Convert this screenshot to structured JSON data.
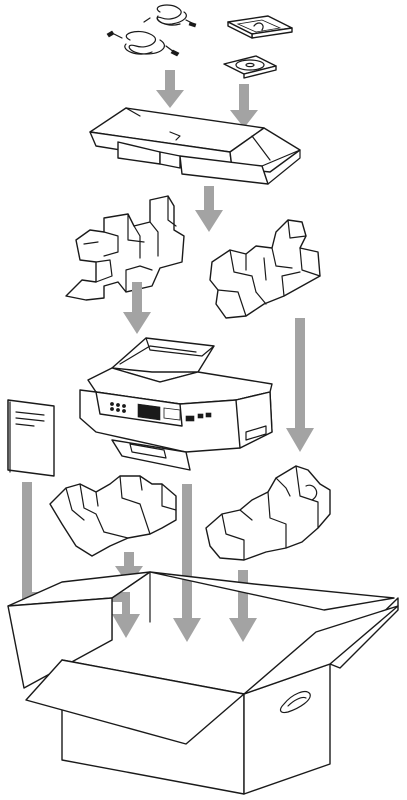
{
  "diagram": {
    "kind": "packing-instructions",
    "arrow_color": "#a3a3a3",
    "line_color": "#1a1a1a",
    "background": "#ffffff",
    "components": [
      "cables",
      "cd-sleeve",
      "cd-disc",
      "top-cover-tray",
      "left-top-packing-foam",
      "right-top-packing-foam",
      "printer",
      "manual",
      "left-bottom-packing-foam",
      "right-bottom-packing-foam",
      "shipping-carton"
    ]
  }
}
